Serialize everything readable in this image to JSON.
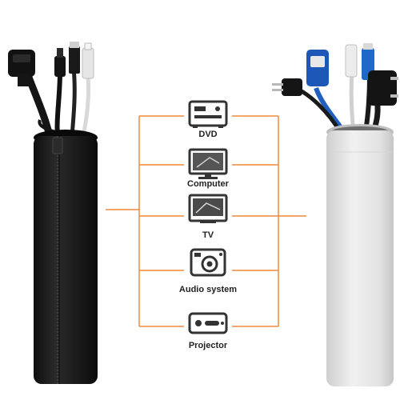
{
  "colors": {
    "accent_line": "#f08a3c",
    "black_sleeve": "#1c1c1c",
    "white_sleeve": "#e9e9e9",
    "icon_dark": "#333333"
  },
  "devices": [
    {
      "label": "DVD",
      "icon": "dvd-player-icon"
    },
    {
      "label": "Computer",
      "icon": "computer-monitor-icon"
    },
    {
      "label": "TV",
      "icon": "tv-icon"
    },
    {
      "label": "Audio system",
      "icon": "audio-system-icon"
    },
    {
      "label": "Projector",
      "icon": "projector-icon"
    }
  ]
}
